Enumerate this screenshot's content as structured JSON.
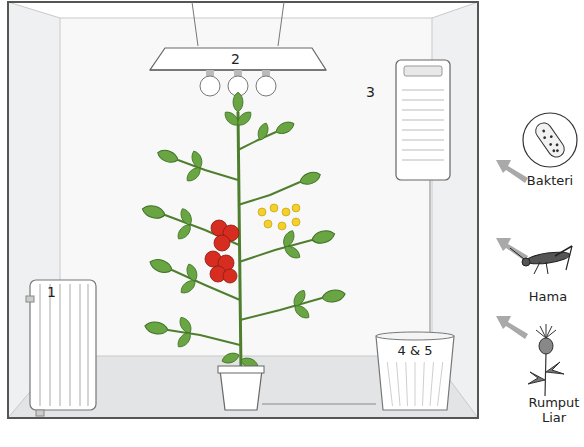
{
  "diagram": {
    "nodes": [
      {
        "text": [
          "Bakteri"
        ]
      },
      {
        "text": [
          "4 & 5"
        ]
      }
    ],
    "labels": [
      "1",
      "2",
      "3",
      "Hama",
      "Rumput Liar"
    ]
  }
}
